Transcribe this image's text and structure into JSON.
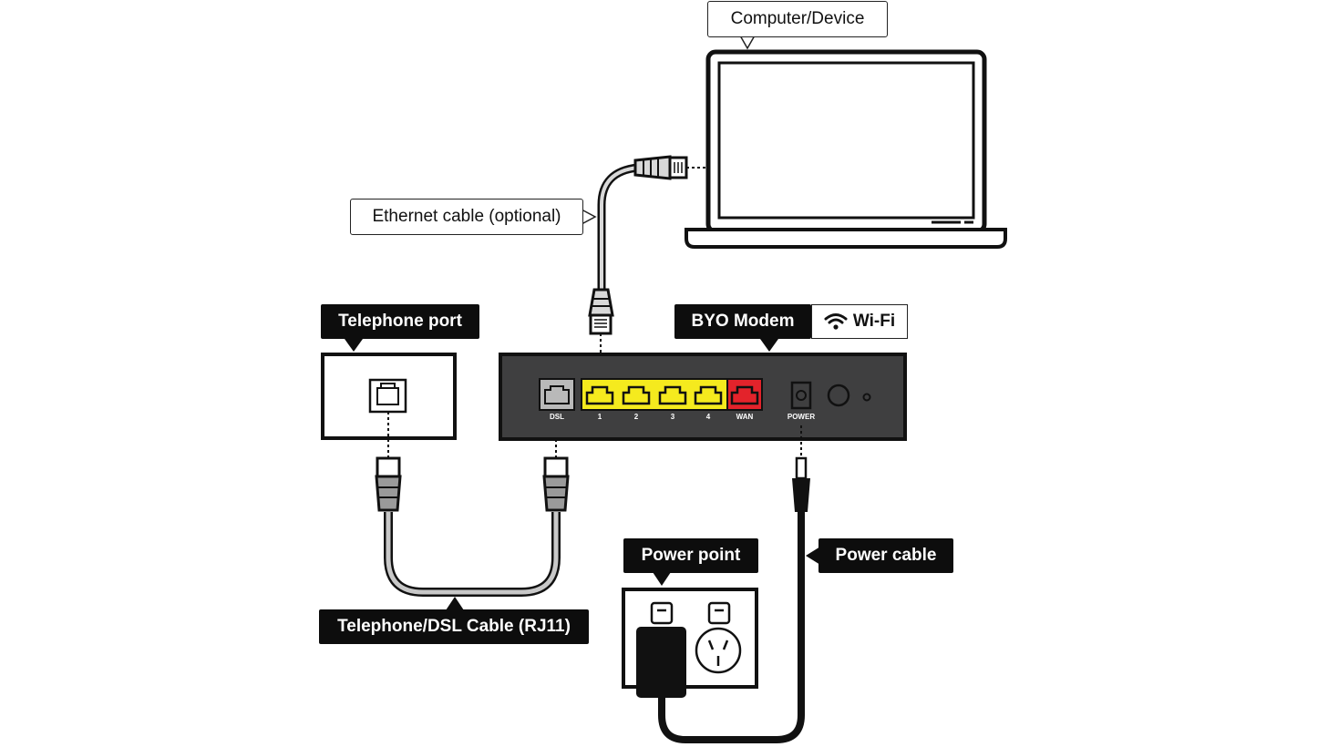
{
  "labels": {
    "computer": "Computer/Device",
    "ethernet": "Ethernet cable (optional)",
    "telephone_port": "Telephone port",
    "byo_modem": "BYO Modem",
    "wifi": "Wi-Fi",
    "power_point": "Power point",
    "power_cable": "Power cable",
    "dsl_cable": "Telephone/DSL Cable (RJ11)"
  },
  "ports": {
    "dsl": "DSL",
    "lan1": "1",
    "lan2": "2",
    "lan3": "3",
    "lan4": "4",
    "wan": "WAN",
    "power": "POWER"
  },
  "colors": {
    "lan_port": "#f5ea1e",
    "wan_port": "#e3232b",
    "dsl_port": "#b9b9b9",
    "modem_body": "#3f3f40",
    "label_bg": "#0d0d0d"
  },
  "icons": {
    "wifi": "wifi-icon",
    "laptop": "laptop-icon",
    "wall_socket": "wall-socket-icon"
  }
}
